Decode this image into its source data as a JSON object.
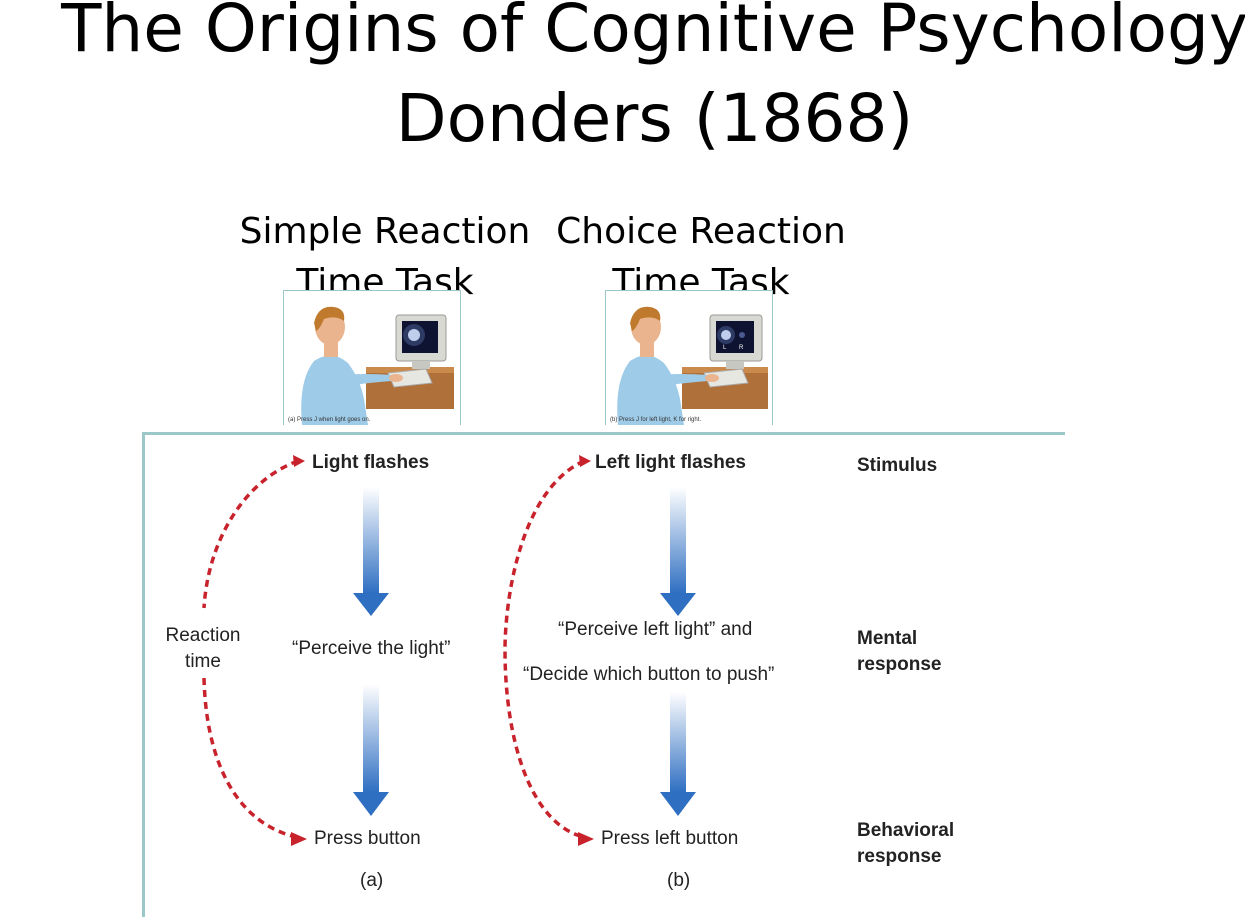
{
  "title": {
    "line1": "The Origins of Cognitive Psychology",
    "line2": "Donders (1868)"
  },
  "headings": {
    "simple_line1": "Simple Reaction",
    "simple_line2": "Time Task",
    "choice_line1": "Choice Reaction",
    "choice_line2": "Time Task"
  },
  "photos": {
    "a_caption": "(a) Press J when light goes on.",
    "b_caption": "(b) Press J for left light, K for right."
  },
  "diagram": {
    "simple": {
      "stimulus": "Light flashes",
      "mental": "“Perceive the light”",
      "behavior": "Press button",
      "panel": "(a)",
      "rt_line1": "Reaction",
      "rt_line2": "time"
    },
    "choice": {
      "stimulus": "Left light flashes",
      "mental_line1": "“Perceive left light” and",
      "mental_line2": "“Decide which button to push”",
      "behavior": "Press left button",
      "panel": "(b)"
    },
    "row_labels": {
      "stimulus": "Stimulus",
      "mental_line1": "Mental",
      "mental_line2": "response",
      "behavioral_line1": "Behavioral",
      "behavioral_line2": "response"
    }
  },
  "colors": {
    "frame": "#9cc7c9",
    "arrow_blue": "#2f6fc2",
    "dashed_red": "#c8232c"
  }
}
